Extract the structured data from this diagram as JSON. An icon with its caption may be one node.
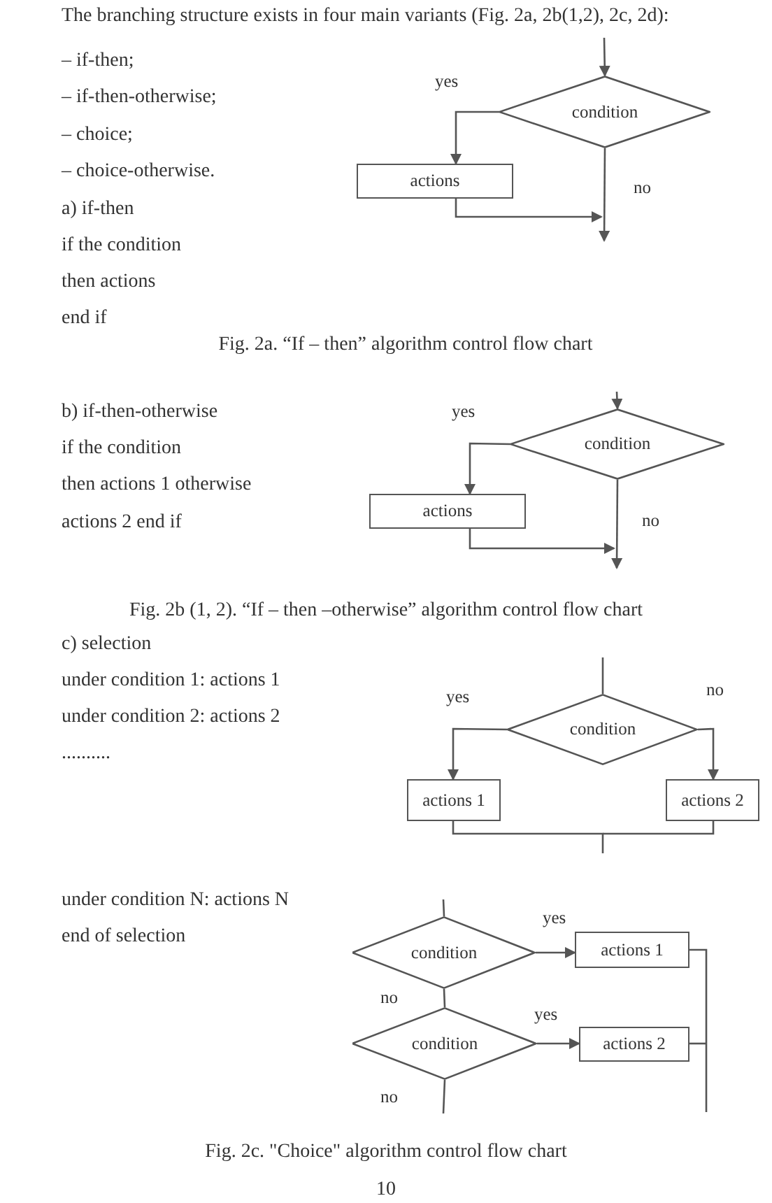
{
  "diagram": {
    "nodes": [
      {
        "text": [
          "condition"
        ]
      },
      {
        "text": [
          "actions"
        ]
      },
      {
        "text": [
          "condition"
        ]
      },
      {
        "text": [
          "actions"
        ]
      },
      {
        "text": [
          "condition"
        ]
      },
      {
        "text": [
          "actions 1"
        ]
      },
      {
        "text": [
          "actions 2"
        ]
      },
      {
        "text": [
          "condition"
        ]
      },
      {
        "text": [
          "actions 1"
        ]
      },
      {
        "text": [
          "condition"
        ]
      },
      {
        "text": [
          "actions 2"
        ]
      }
    ],
    "edges": [
      {
        "from": null,
        "to": 0,
        "arrow": "to"
      },
      {
        "from": 0,
        "to": 1,
        "arrow": "to",
        "label": "yes"
      },
      {
        "from": 0,
        "to": null,
        "arrow": "to",
        "label": "no"
      },
      {
        "from": 1,
        "to": null,
        "arrow": "to"
      },
      {
        "from": null,
        "to": 2,
        "arrow": "to"
      },
      {
        "from": 2,
        "to": 3,
        "arrow": "to",
        "label": "yes"
      },
      {
        "from": 2,
        "to": null,
        "arrow": "to",
        "label": "no"
      },
      {
        "from": 3,
        "to": null,
        "arrow": "to"
      },
      {
        "from": null,
        "to": 4,
        "arrow": "none"
      },
      {
        "from": 4,
        "to": 5,
        "arrow": "to",
        "label": "yes"
      },
      {
        "from": 4,
        "to": 6,
        "arrow": "to",
        "label": "no"
      },
      {
        "from": 5,
        "to": null,
        "arrow": "none"
      },
      {
        "from": 6,
        "to": null,
        "arrow": "none"
      },
      {
        "from": null,
        "to": 7,
        "arrow": "none"
      },
      {
        "from": 7,
        "to": 8,
        "arrow": "to",
        "label": "yes"
      },
      {
        "from": 7,
        "to": 9,
        "arrow": "none",
        "label": "no"
      },
      {
        "from": 9,
        "to": 10,
        "arrow": "to",
        "label": "yes"
      },
      {
        "from": 9,
        "to": null,
        "arrow": "none",
        "label": "no"
      },
      {
        "from": 8,
        "to": null,
        "arrow": "none"
      },
      {
        "from": 10,
        "to": null,
        "arrow": "none"
      }
    ],
    "labels": [
      "The branching structure exists in four main variants (Fig. 2a, 2b(1,2), 2c, 2d):",
      "– if-then;",
      "– if-then-otherwise;",
      "– choice;",
      "– choice-otherwise.",
      "a) if-then",
      "if the condition",
      "then actions",
      "end if",
      "Fig. 2a. “If – then” algorithm control flow chart",
      "b) if-then-otherwise",
      "if the condition",
      "then actions 1 otherwise",
      "actions 2 end if",
      "Fig. 2b (1, 2). “If – then –otherwise” algorithm control flow chart",
      "c) selection",
      "under condition 1: actions 1",
      "under condition 2: actions 2",
      "..........",
      "under condition N: actions N",
      "end of selection",
      "Fig. 2c. \"Choice\" algorithm control flow chart",
      "10"
    ]
  }
}
